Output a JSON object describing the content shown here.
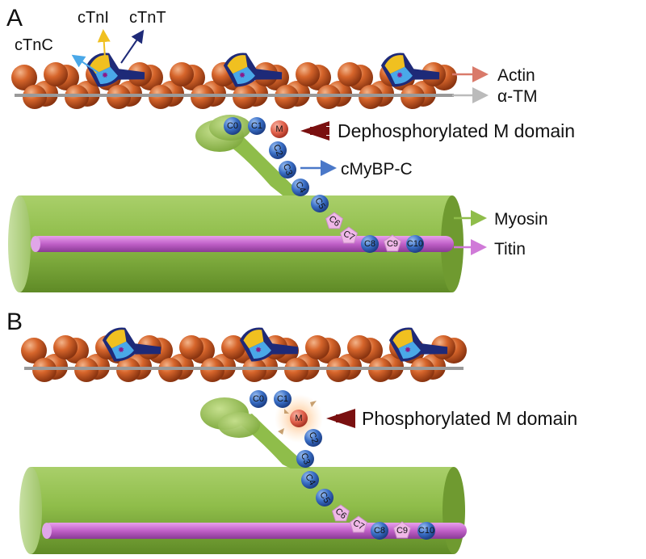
{
  "panels": [
    {
      "letter": "A",
      "troponin_labels": {
        "ctnc": "cTnC",
        "ctni": "cTnI",
        "ctnt": "cTnT"
      },
      "side_labels": {
        "actin": "Actin",
        "tm": "α-TM",
        "mybpc": "cMyBP-C",
        "myosin": "Myosin",
        "titin": "Titin"
      },
      "m_domain_label": "Dephosphorylated M domain"
    },
    {
      "letter": "B",
      "m_domain_label": "Phosphorylated M domain"
    }
  ],
  "domains": [
    "C0",
    "C1",
    "M",
    "C2",
    "C3",
    "C4",
    "C5",
    "C6",
    "C7",
    "C8",
    "C9",
    "C10"
  ],
  "colors": {
    "actin": "#c8531f",
    "tropomyosin": "#9a9a9a",
    "myosin": "#8fbd4a",
    "titin": "#c060c8",
    "domain_blue": "#3a6fc6",
    "domain_pink": "#f0b8e8",
    "m_domain": "#e0604a",
    "arrow_actin": "#d97a6a",
    "arrow_tm": "#bbbbbb",
    "arrow_mybpc": "#4a78c8",
    "arrow_myosin": "#8fbd4a",
    "arrow_titin": "#d07ad8",
    "pointer": "#7a1010"
  }
}
